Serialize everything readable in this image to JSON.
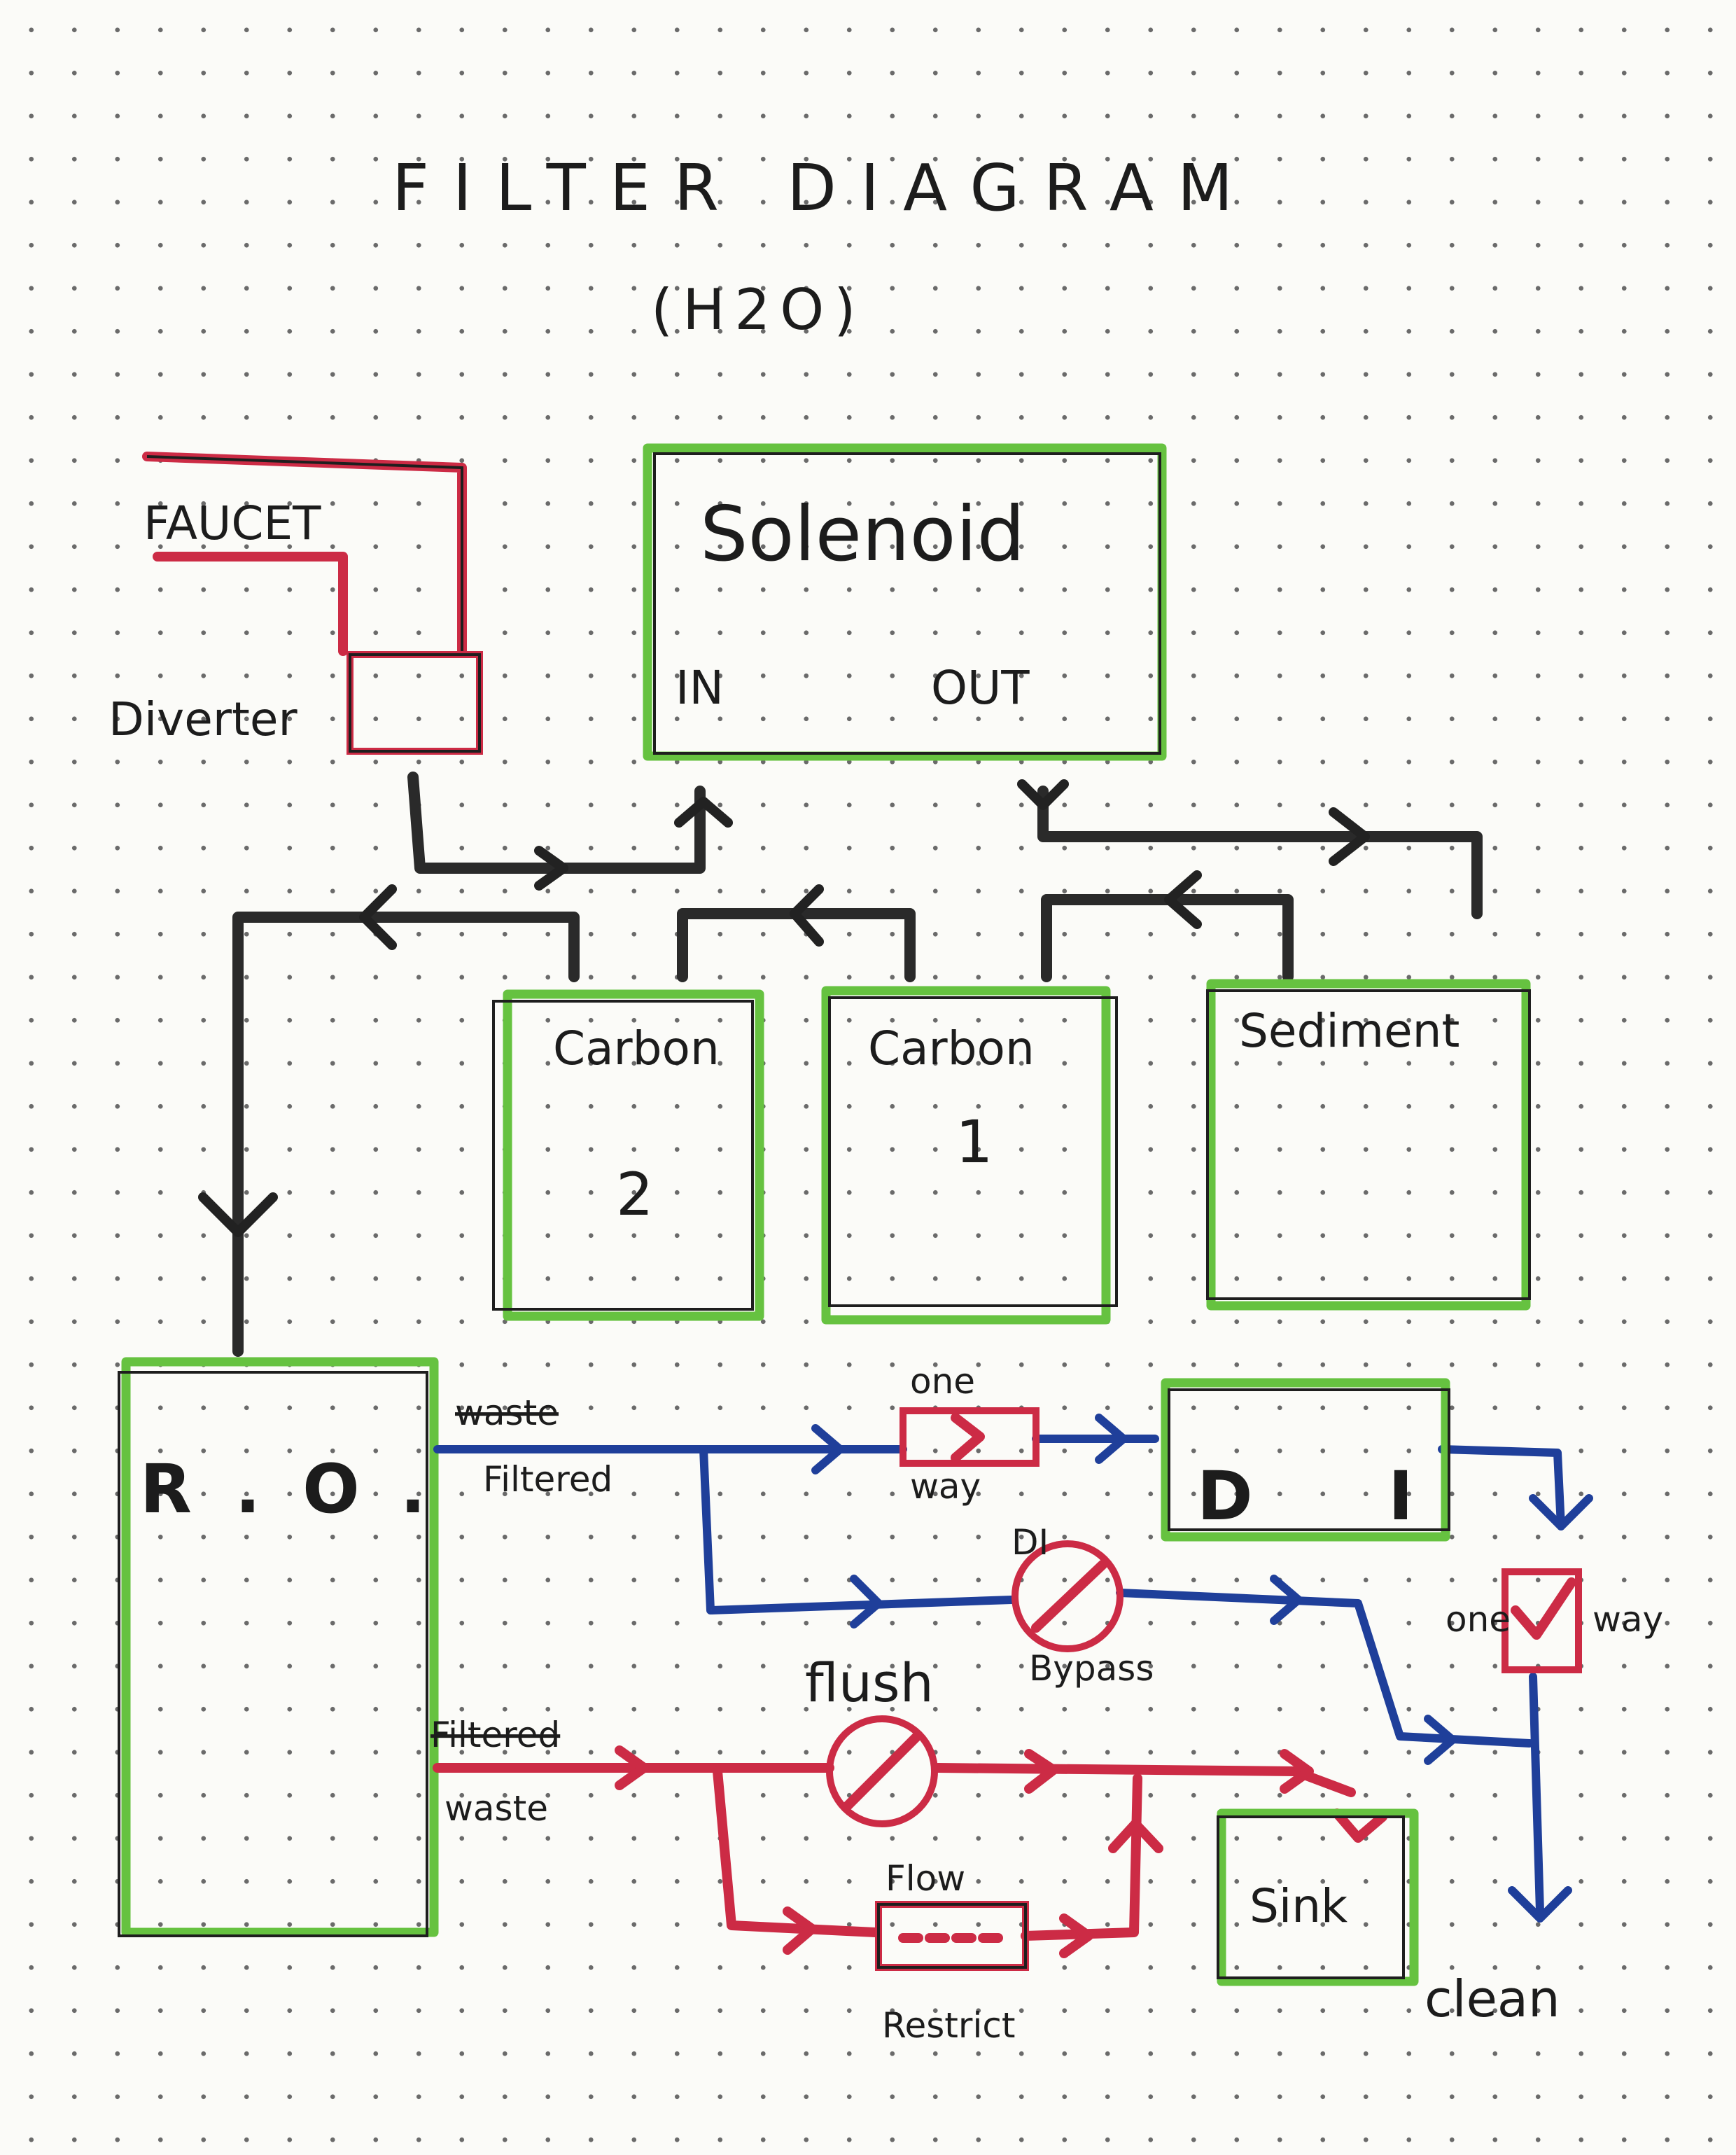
{
  "title": "FILTER DIAGRAM",
  "subtitle": "(H2O)",
  "faucet": {
    "label": "FAUCET"
  },
  "diverter": {
    "label": "Diverter"
  },
  "solenoid": {
    "label": "Solenoid",
    "in_label": "IN",
    "out_label": "OUT"
  },
  "filters": {
    "carbon2": {
      "label": "Carbon",
      "number": "2"
    },
    "carbon1": {
      "label": "Carbon",
      "number": "1"
    },
    "sediment": {
      "label": "Sediment"
    }
  },
  "ro": {
    "label": "R.O."
  },
  "ro_outputs": {
    "filtered": {
      "struck_label": "waste",
      "label": "Filtered"
    },
    "waste": {
      "struck_label": "Filtered",
      "label": "waste"
    }
  },
  "one_way_top": {
    "label_top": "one",
    "label_bottom": "way"
  },
  "di": {
    "label": "D I"
  },
  "di_bypass": {
    "label_top": "DI",
    "label_bottom": "Bypass"
  },
  "one_way_right": {
    "label_left": "one",
    "label_right": "way"
  },
  "flush": {
    "label": "flush"
  },
  "flow_restrict": {
    "label_top": "Flow",
    "label_bottom": "Restrict"
  },
  "sink": {
    "label": "Sink"
  },
  "clean": {
    "label": "clean"
  },
  "colors": {
    "container_outline": "#66c240",
    "faucet_lines": "#cc2b45",
    "feed_pipes": "#2a2a2a",
    "filtered_pipes": "#1f3f9a",
    "waste_pipes": "#cc2b45",
    "paper_dots": "#6a6a6a"
  }
}
